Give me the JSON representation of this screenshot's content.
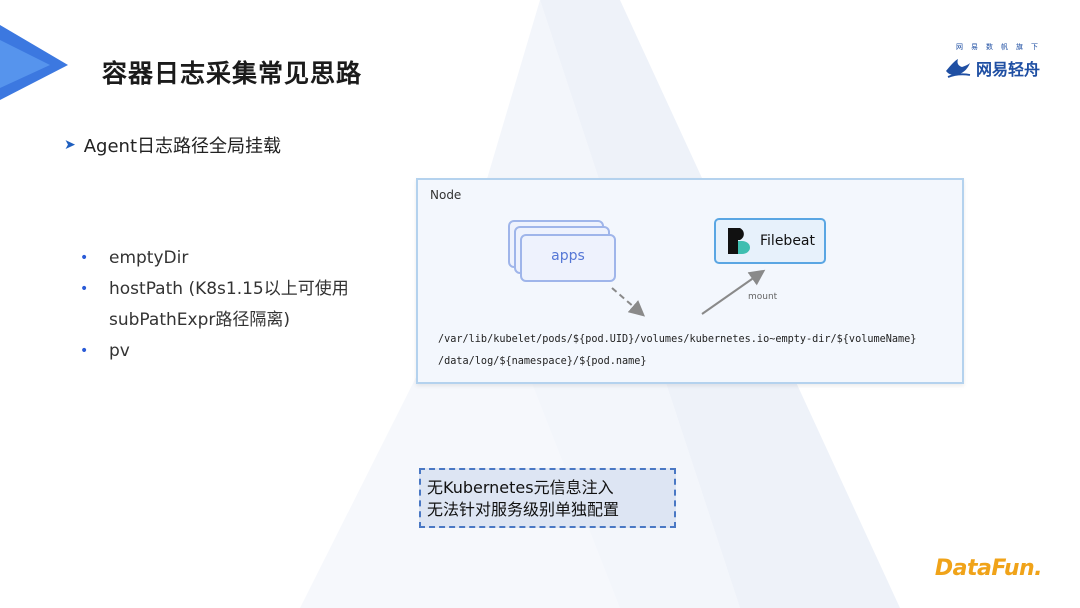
{
  "slide": {
    "title": "容器日志采集常见思路",
    "heading": "Agent日志路径全局挂载"
  },
  "logo": {
    "tagline": "网易数帆旗下",
    "name": "网易轻舟",
    "brand_color": "#1f4fa3"
  },
  "bullets": [
    "emptyDir",
    "hostPath (K8s1.15以上可使用subPathExpr路径隔离)",
    "pv"
  ],
  "diagram": {
    "node_label": "Node",
    "apps_label": "apps",
    "filebeat_label": "Filebeat",
    "mount_label": "mount",
    "path_1": "/var/lib/kubelet/pods/${pod.UID}/volumes/kubernetes.io~empty-dir/${volumeName}",
    "path_2": "/data/log/${namespace}/${pod.name}"
  },
  "note": {
    "line_1": "无Kubernetes元信息注入",
    "line_2": "无法针对服务级别单独配置"
  },
  "footer": {
    "brand": "DataFun."
  },
  "colors": {
    "accent_blue": "#2a5bd7",
    "datafun_orange": "#f0a319"
  }
}
